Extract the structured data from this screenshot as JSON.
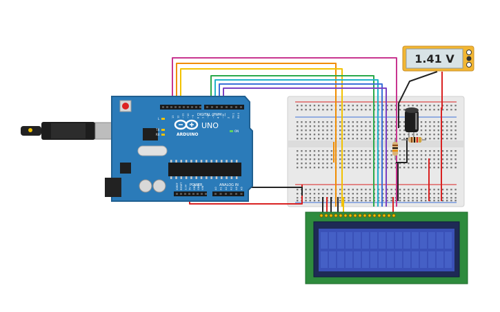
{
  "multimeter": {
    "reading": "1.41 V"
  },
  "arduino": {
    "logo_text": "ARDUINO",
    "model": "UNO",
    "digital_header_label": "DIGITAL (PWM~)",
    "power_label": "POWER",
    "analog_label": "ANALOG IN",
    "on_label": "ON",
    "l_label": "L",
    "tx_label": "TX",
    "rx_label": "RX",
    "digital_pin_labels": [
      "13",
      "12",
      "~11",
      "~10",
      "~9",
      "8",
      "7",
      "~6",
      "~5",
      "4",
      "~3",
      "2",
      "TX 1",
      "RX 0"
    ],
    "power_pin_labels": [
      "IOREF",
      "RESET",
      "3.3V",
      "5V",
      "GND",
      "GND",
      "VIN"
    ],
    "analog_pin_labels": [
      "A0",
      "A1",
      "A2",
      "A3",
      "A4",
      "A5"
    ]
  },
  "colors": {
    "board": "#2b7bb9",
    "board_edge": "#1f5f90",
    "breadboard": "#e9e9e9",
    "lcd_pcb": "#2e8b3d",
    "lcd_screen": "#3a51b8",
    "multimeter_body": "#f2b632",
    "wire_red": "#d92020",
    "wire_black": "#222222",
    "wire_magenta": "#c8348f",
    "wire_orange": "#f08c00",
    "wire_yellow": "#f2c200",
    "wire_green": "#2aa84a",
    "wire_cyan": "#1fb3c9",
    "wire_blue": "#3a6fd8",
    "wire_purple": "#7b3fc1"
  }
}
